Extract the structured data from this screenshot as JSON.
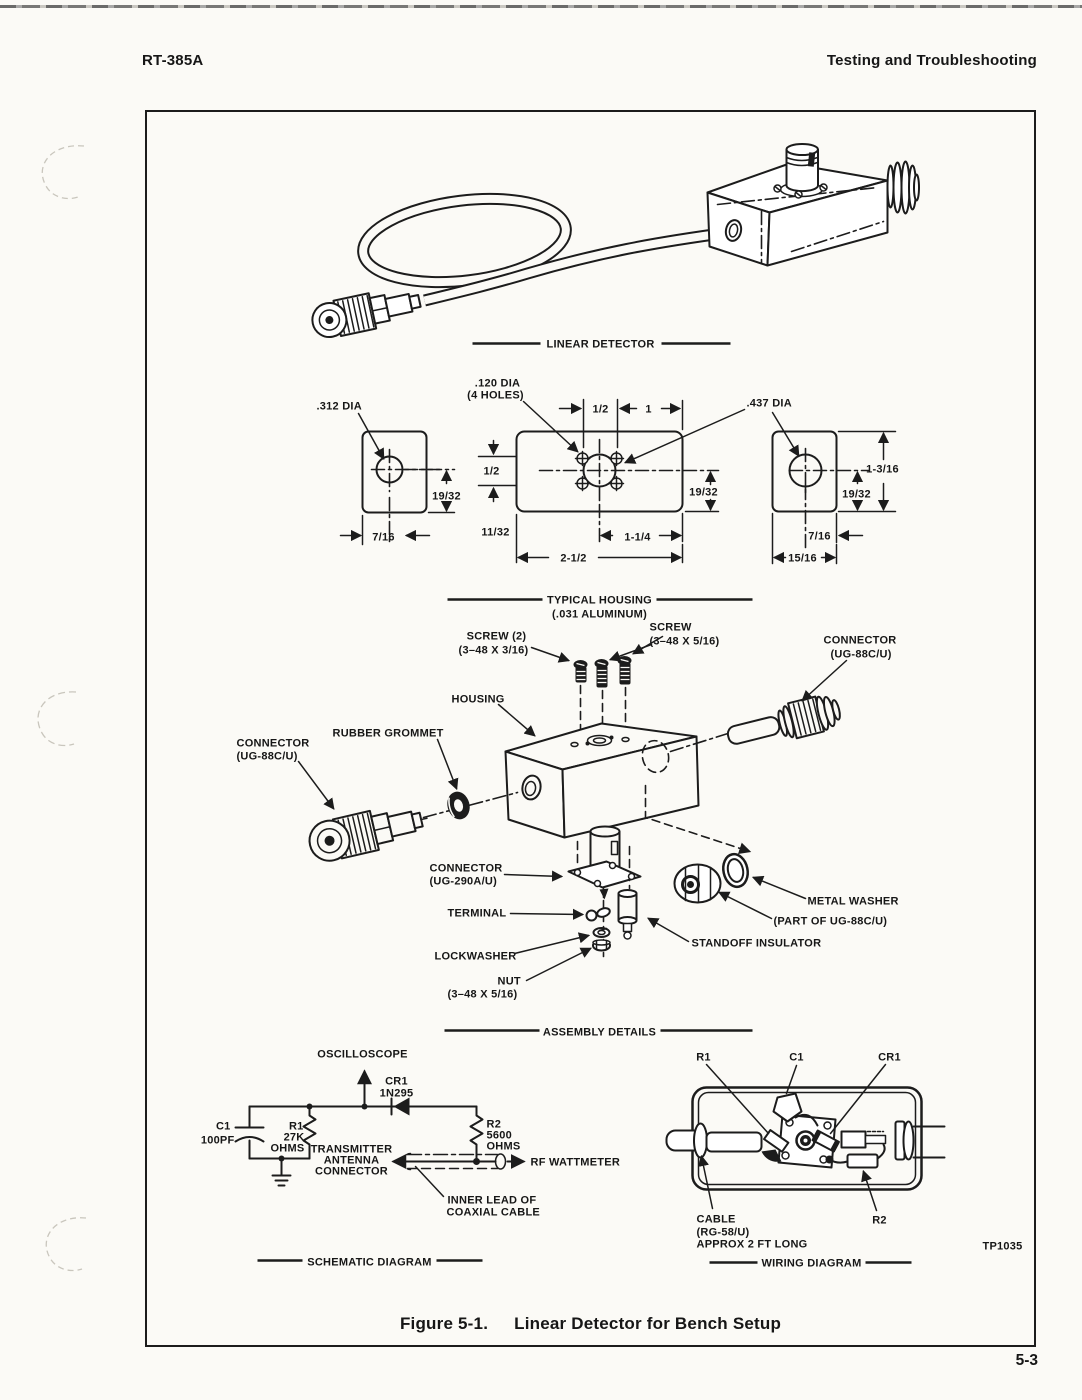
{
  "header": {
    "left": "RT-385A",
    "right": "Testing and Troubleshooting"
  },
  "captions": {
    "figure": "Figure 5-1.",
    "title": "Linear Detector for Bench Setup",
    "page": "5-3",
    "photo_ref": "TP1035"
  },
  "sections": {
    "linear_detector": "LINEAR DETECTOR",
    "housing1": "TYPICAL HOUSING",
    "housing2": "(.031 ALUMINUM)",
    "assembly": "ASSEMBLY DETAILS",
    "schematic": "SCHEMATIC DIAGRAM",
    "wiring": "WIRING DIAGRAM"
  },
  "dims": {
    "left_plate": {
      "dia": ".312 DIA",
      "h": "19/32",
      "w": "7/16"
    },
    "center_plate": {
      "dia1": ".120 DIA",
      "dia2": "(4 HOLES)",
      "top_a": "1/2",
      "top_b": "1",
      "left_a": "1/2",
      "left_b": "11/32",
      "right": "19/32",
      "bot_a": "1-1/4",
      "bot_b": "2-1/2"
    },
    "right_plate": {
      "dia": ".437 DIA",
      "h": "1-3/16",
      "right": "19/32",
      "off": "7/16",
      "w": "15/16"
    }
  },
  "exploded": {
    "screw2a": "SCREW (2)",
    "screw2b": "(3–48 X 3/16)",
    "screwa": "SCREW",
    "screwb": "(3–48 X 5/16)",
    "conn_r1": "CONNECTOR",
    "conn_r2": "(UG-88C/U)",
    "conn_l1": "CONNECTOR",
    "conn_l2": "(UG-88C/U)",
    "housing": "HOUSING",
    "grommet": "RUBBER GROMMET",
    "conn2901": "CONNECTOR",
    "conn2902": "(UG-290A/U)",
    "terminal": "TERMINAL",
    "lockwasher": "LOCKWASHER",
    "nut1": "NUT",
    "nut2": "(3–48 X 5/16)",
    "standoff": "STANDOFF INSULATOR",
    "washer": "METAL WASHER",
    "partof": "(PART OF UG-88C/U)"
  },
  "schematic": {
    "osc": "OSCILLOSCOPE",
    "cr1a": "CR1",
    "cr1b": "1N295",
    "c1a": "C1",
    "c1b": "100PF",
    "r1a": "R1",
    "r1b": "27K",
    "r1c": "OHMS",
    "r2a": "R2",
    "r2b": "5600",
    "r2c": "OHMS",
    "tx1": "TRANSMITTER",
    "tx2": "ANTENNA",
    "tx3": "CONNECTOR",
    "rf": "RF WATTMETER",
    "lead1": "INNER LEAD OF",
    "lead2": "COAXIAL CABLE"
  },
  "wiring": {
    "r1": "R1",
    "c1": "C1",
    "cr1": "CR1",
    "r2": "R2",
    "cable1": "CABLE",
    "cable2": "(RG-58/U)",
    "cable3": "APPROX 2 FT LONG"
  }
}
